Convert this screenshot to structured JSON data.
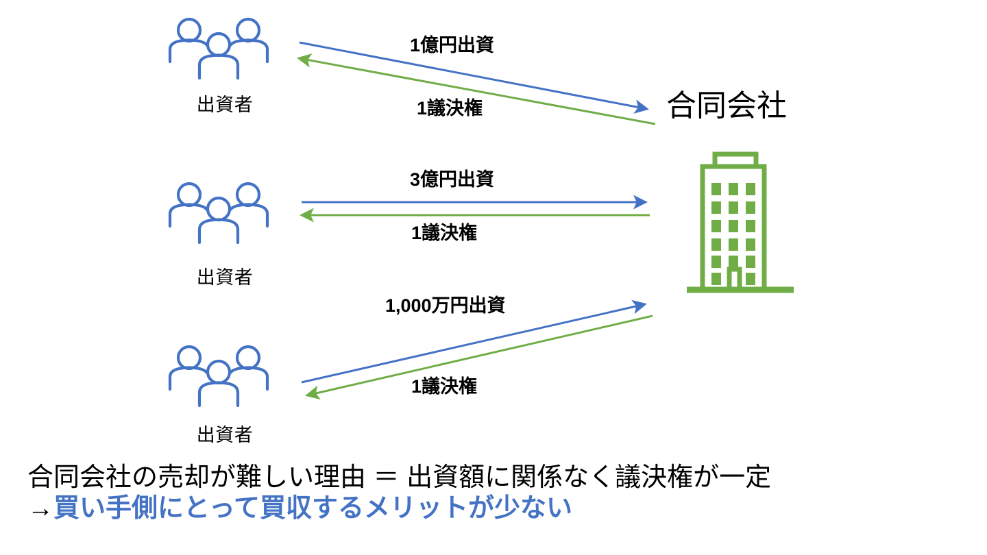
{
  "colors": {
    "blue": "#4472c4",
    "green": "#70ad47",
    "text": "#000000",
    "background": "#ffffff"
  },
  "company": {
    "name": "合同会社",
    "icon": "office-building-icon",
    "icon_color": "#70ad47"
  },
  "investors": [
    {
      "label": "出資者",
      "icon": "three-people-icon",
      "icon_color": "#4472c4",
      "investment_label": "1億円出資",
      "voting_label": "1議決権"
    },
    {
      "label": "出資者",
      "icon": "three-people-icon",
      "icon_color": "#4472c4",
      "investment_label": "3億円出資",
      "voting_label": "1議決権"
    },
    {
      "label": "出資者",
      "icon": "three-people-icon",
      "icon_color": "#4472c4",
      "investment_label": "1,000万円出資",
      "voting_label": "1議決権"
    }
  ],
  "flows": [
    {
      "direction": "investor-to-company",
      "color": "#4472c4",
      "label": "1億円出資"
    },
    {
      "direction": "company-to-investor",
      "color": "#70ad47",
      "label": "1議決権"
    },
    {
      "direction": "investor-to-company",
      "color": "#4472c4",
      "label": "3億円出資"
    },
    {
      "direction": "company-to-investor",
      "color": "#70ad47",
      "label": "1議決権"
    },
    {
      "direction": "investor-to-company",
      "color": "#4472c4",
      "label": "1,000万円出資"
    },
    {
      "direction": "company-to-investor",
      "color": "#70ad47",
      "label": "1議決権"
    }
  ],
  "caption": {
    "line1": "合同会社の売却が難しい理由 ＝ 出資額に関係なく議決権が一定",
    "line2_arrow": "→",
    "line2_accent": "買い手側にとって買収するメリットが少ない"
  }
}
